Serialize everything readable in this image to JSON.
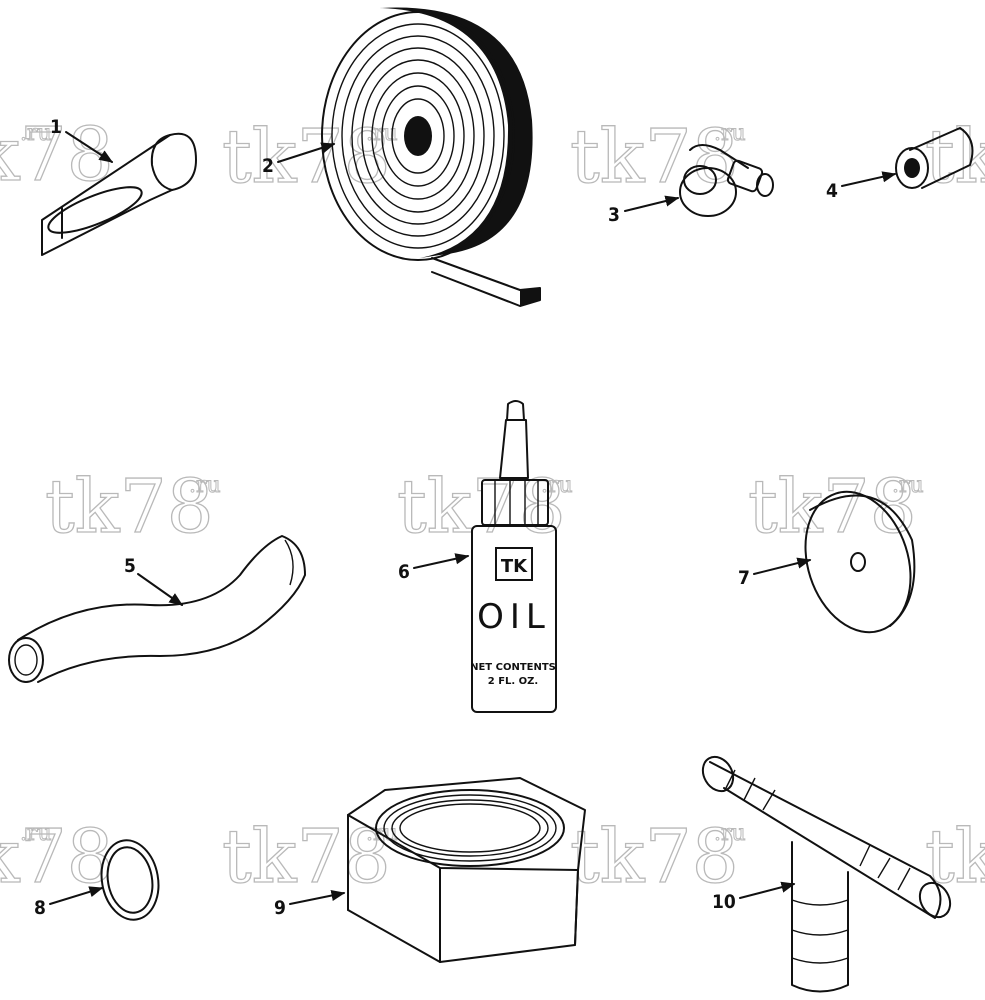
{
  "watermark": {
    "text": "tk78",
    "suffix": ".ru"
  },
  "callouts": [
    "1",
    "2",
    "3",
    "4",
    "5",
    "6",
    "7",
    "8",
    "9",
    "10"
  ],
  "bottle": {
    "brand": "TK",
    "word": "OIL",
    "line1": "NET CONTENTS",
    "line2": "2 FL. OZ."
  },
  "colors": {
    "ink": "#111111",
    "watermark": "#b9b9b9",
    "background": "#ffffff"
  }
}
